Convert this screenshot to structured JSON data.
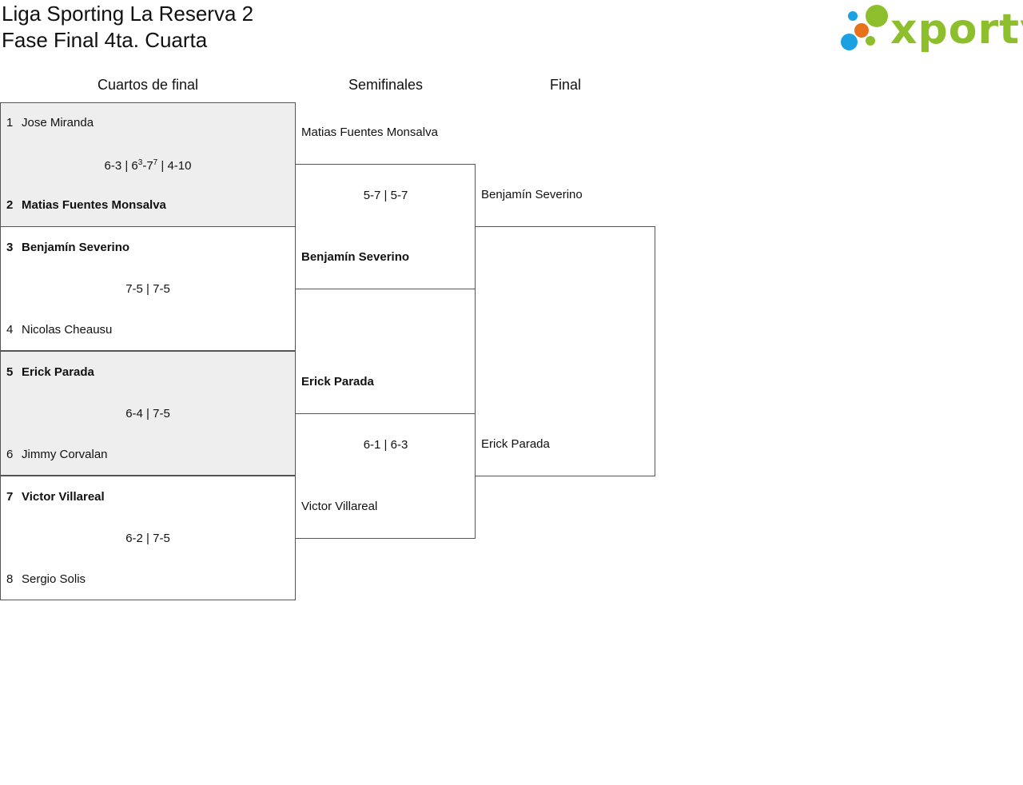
{
  "header": {
    "title_line1": "Liga Sporting La Reserva 2",
    "title_line2": "Fase Final 4ta. Cuarta",
    "logo_text": "xporty",
    "logo_colors": {
      "green": "#8cbf2b",
      "orange": "#e8711c",
      "blue": "#1ba1e2"
    }
  },
  "rounds": {
    "quarterfinals": "Cuartos de final",
    "semifinals": "Semifinales",
    "final": "Final"
  },
  "quarterfinals": [
    {
      "p1": {
        "seed": "1",
        "name": "Jose Miranda",
        "winner": false
      },
      "p2": {
        "seed": "2",
        "name": "Matias Fuentes Monsalva",
        "winner": true
      },
      "score": {
        "s1": "6-3 | 6",
        "tb_a": "3",
        "dash": "-7",
        "tb_b": "7",
        "s3": " | 4-10"
      }
    },
    {
      "p1": {
        "seed": "3",
        "name": "Benjamín Severino",
        "winner": true
      },
      "p2": {
        "seed": "4",
        "name": "Nicolas Cheausu",
        "winner": false
      },
      "score": "7-5 | 7-5"
    },
    {
      "p1": {
        "seed": "5",
        "name": "Erick Parada",
        "winner": true
      },
      "p2": {
        "seed": "6",
        "name": "Jimmy Corvalan",
        "winner": false
      },
      "score": "6-4 | 7-5"
    },
    {
      "p1": {
        "seed": "7",
        "name": "Victor Villareal",
        "winner": true
      },
      "p2": {
        "seed": "8",
        "name": "Sergio Solis",
        "winner": false
      },
      "score": "6-2 | 7-5"
    }
  ],
  "semifinals": [
    {
      "p1": {
        "name": "Matias Fuentes Monsalva",
        "winner": false
      },
      "p2": {
        "name": "Benjamín Severino",
        "winner": true
      },
      "score": "5-7 | 5-7"
    },
    {
      "p1": {
        "name": "Erick Parada",
        "winner": true
      },
      "p2": {
        "name": "Victor Villareal",
        "winner": false
      },
      "score": "6-1 | 6-3"
    }
  ],
  "final": {
    "p1": {
      "name": "Benjamín Severino",
      "winner": false
    },
    "p2": {
      "name": "Erick Parada",
      "winner": false
    }
  }
}
